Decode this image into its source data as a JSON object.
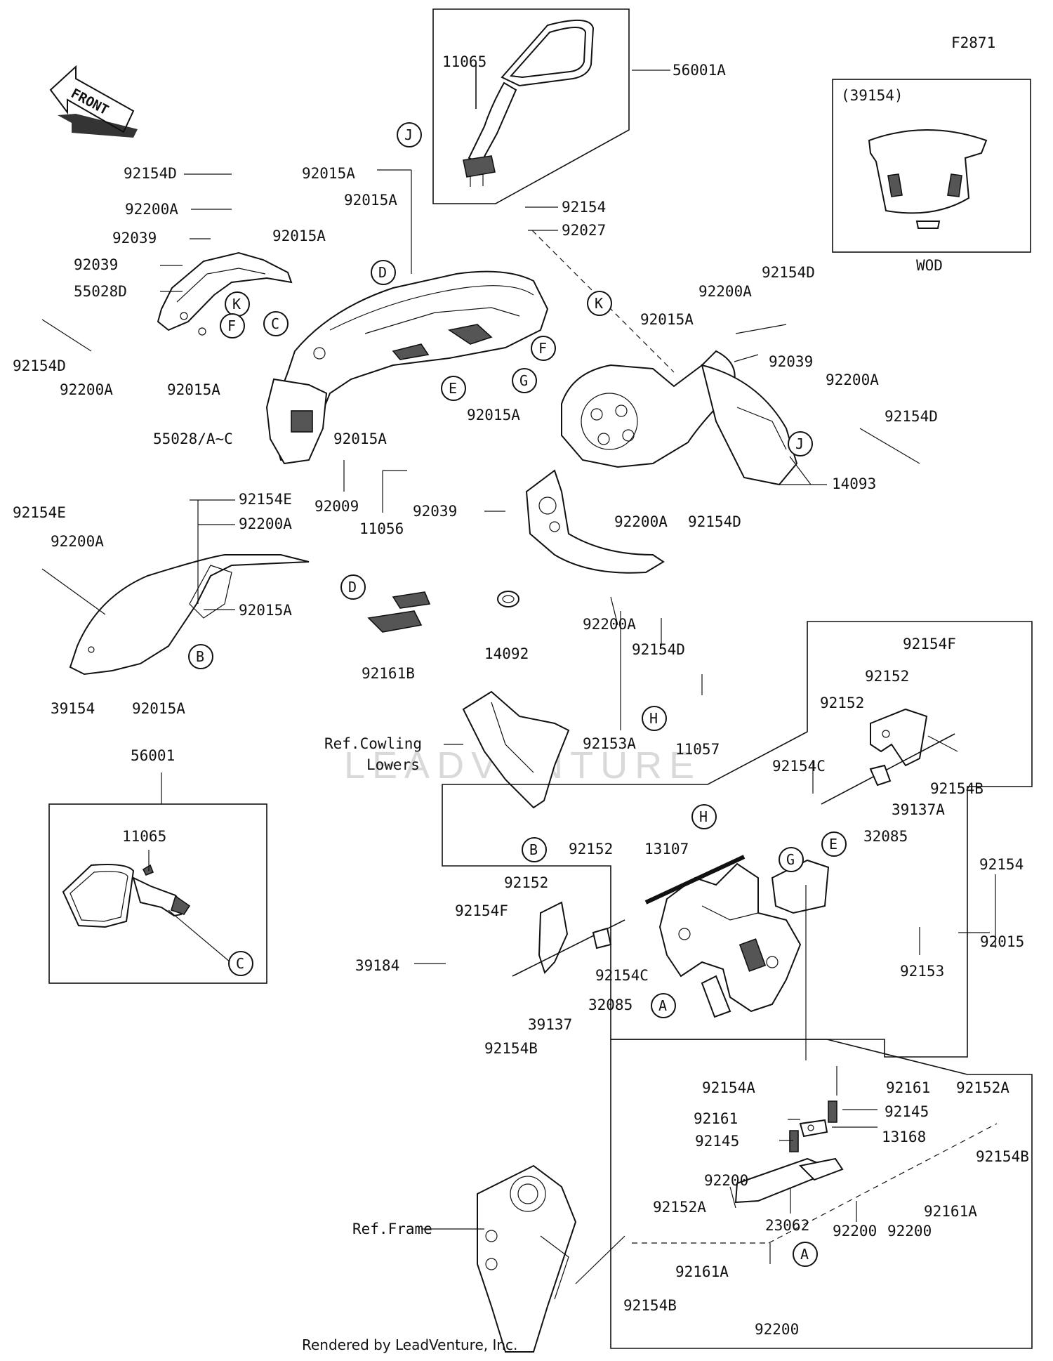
{
  "figure_code": "F2871",
  "front_arrow_text": "FRONT",
  "wod_box": {
    "header": "(39154)",
    "footer": "WOD"
  },
  "refs": {
    "cowling_lowers_line1": "Ref.Cowling",
    "cowling_lowers_line2": "Lowers",
    "frame": "Ref.Frame"
  },
  "watermark": "LEADVENTURE",
  "footer": "Rendered by LeadVenture, Inc.",
  "callouts": [
    "J",
    "D",
    "K",
    "C",
    "F",
    "E",
    "G",
    "K",
    "F",
    "J",
    "D",
    "B",
    "H",
    "C",
    "B",
    "H",
    "G",
    "E",
    "A",
    "A"
  ],
  "part_labels": [
    "11065",
    "56001A",
    "92015A",
    "92154D",
    "92200A",
    "92039",
    "92039",
    "55028D",
    "92154D",
    "92200A",
    "92015A",
    "92015A",
    "92015A",
    "92154",
    "92027",
    "92200A",
    "92154D",
    "92015A",
    "92039",
    "92200A",
    "92154D",
    "55028/A~C",
    "92015A",
    "92015A",
    "92009",
    "11056",
    "92039",
    "14093",
    "92200A",
    "92154D",
    "92154E",
    "92200A",
    "92154E",
    "92200A",
    "92015A",
    "39154",
    "92015A",
    "92161B",
    "14092",
    "92200A",
    "92154D",
    "92153A",
    "11057",
    "92154F",
    "92152",
    "92152",
    "92154C",
    "92154B",
    "39137A",
    "32085",
    "56001",
    "11065",
    "13107",
    "92152",
    "92152",
    "92154F",
    "92154",
    "92015",
    "92153",
    "39184",
    "92154C",
    "32085",
    "39137",
    "92154B",
    "92154A",
    "92161",
    "92161",
    "92145",
    "92145",
    "13168",
    "92152A",
    "92154B",
    "92200",
    "92152A",
    "92161A",
    "23062",
    "92200",
    "92200",
    "92161A",
    "92154B",
    "92200"
  ]
}
